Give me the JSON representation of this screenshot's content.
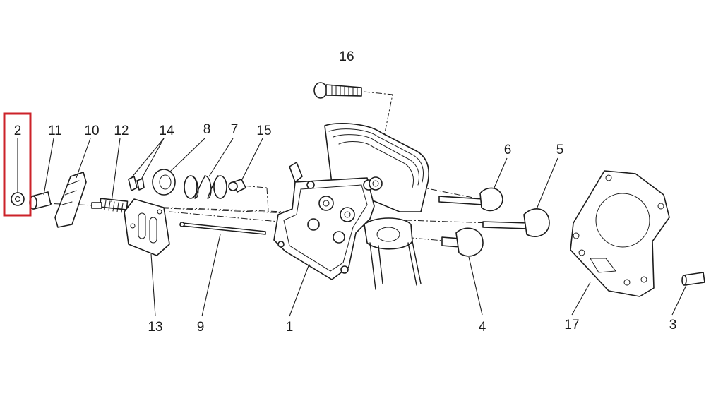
{
  "diagram": {
    "highlight_color": "#cc2229",
    "highlighted_part": "2",
    "callouts": {
      "p1": "1",
      "p2": "2",
      "p3": "3",
      "p4": "4",
      "p5": "5",
      "p6": "6",
      "p7": "7",
      "p8": "8",
      "p9": "9",
      "p10": "10",
      "p11": "11",
      "p12": "12",
      "p13": "13",
      "p14": "14",
      "p15": "15",
      "p16": "16",
      "p17": "17"
    }
  }
}
